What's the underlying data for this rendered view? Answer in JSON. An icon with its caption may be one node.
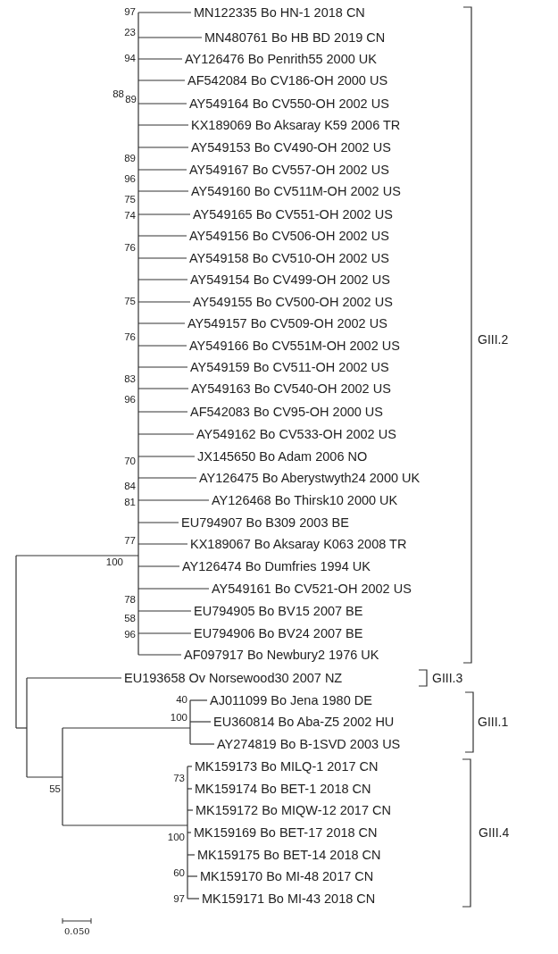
{
  "diagram": {
    "labels": [
      "97",
      "MN122335 Bo HN-1 2018 CN",
      "23",
      "MN480761 Bo HB BD 2019 CN",
      "94",
      "AY126476 Bo Penrith55 2000 UK",
      "AF542084 Bo CV186-OH 2000 US",
      "88",
      "89",
      "AY549164 Bo CV550-OH 2002 US",
      "KX189069 Bo Aksaray K59 2006 TR",
      "AY549153 Bo CV490-OH 2002 US",
      "89",
      "AY549167 Bo CV557-OH 2002 US",
      "96",
      "AY549160 Bo CV511M-OH 2002 US",
      "75",
      "74",
      "AY549165 Bo CV551-OH 2002 US",
      "AY549156 Bo CV506-OH 2002 US",
      "76",
      "AY549158 Bo CV510-OH 2002 US",
      "AY549154 Bo CV499-OH 2002 US",
      "75",
      "AY549155 Bo CV500-OH 2002 US",
      "AY549157 Bo CV509-OH 2002 US",
      "76",
      "GIII.2",
      "AY549166 Bo CV551M-OH 2002 US",
      "AY549159 Bo CV511-OH 2002 US",
      "83",
      "AY549163 Bo CV540-OH 2002 US",
      "96",
      "AF542083 Bo CV95-OH 2000 US",
      "AY549162 Bo CV533-OH 2002 US",
      "JX145650 Bo Adam 2006 NO",
      "70",
      "AY126475 Bo Aberystwyth24 2000 UK",
      "84",
      "81",
      "AY126468 Bo Thirsk10 2000 UK",
      "EU794907 Bo B309 2003 BE",
      "77",
      "KX189067 Bo Aksaray K063 2008 TR",
      "100",
      "AY126474 Bo Dumfries 1994 UK",
      "AY549161 Bo CV521-OH 2002 US",
      "78",
      "EU794905 Bo BV15 2007 BE",
      "58",
      "96",
      "EU794906 Bo BV24 2007 BE",
      "AF097917 Bo Newbury2 1976 UK",
      "EU193658 Ov Norsewood30 2007 NZ",
      "GIII.3",
      "40",
      "AJ011099 Bo Jena 1980 DE",
      "100",
      "EU360814 Bo Aba-Z5 2002 HU",
      "GIII.1",
      "AY274819 Bo B-1SVD 2003 US",
      "MK159173 Bo MILQ-1 2017 CN",
      "73",
      "55",
      "MK159174 Bo BET-1 2018 CN",
      "MK159172 Bo MIQW-12 2017 CN",
      "100",
      "MK159169 Bo BET-17 2018 CN",
      "GIII.4",
      "MK159175 Bo BET-14 2018 CN",
      "60",
      "MK159170 Bo MI-48 2017 CN",
      "97",
      "MK159171 Bo MI-43 2018 CN",
      "0.050"
    ]
  }
}
